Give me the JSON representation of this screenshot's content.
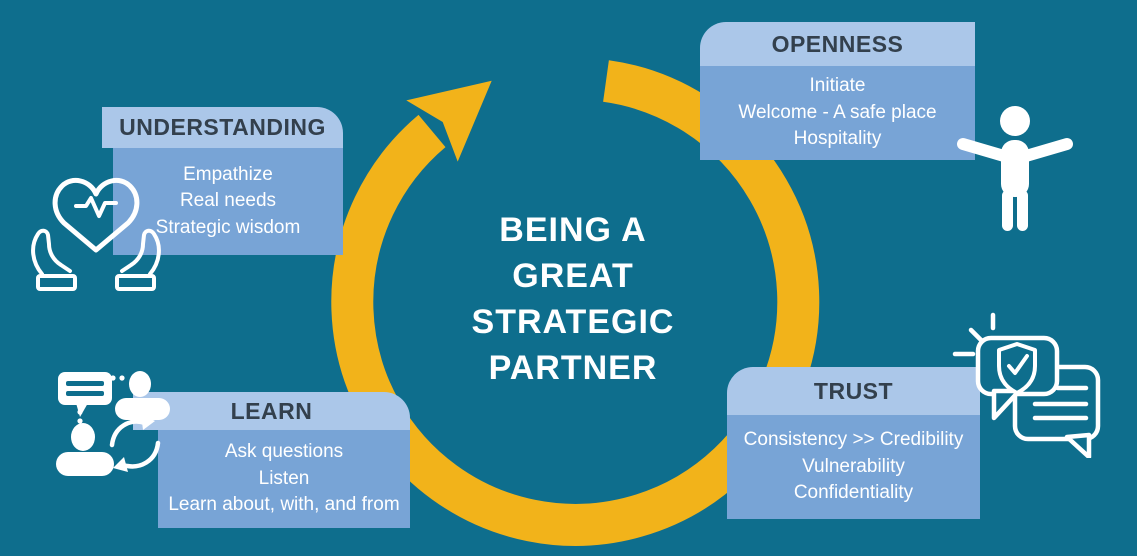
{
  "title": {
    "lines": [
      "BEING A",
      "GREAT",
      "STRATEGIC",
      "PARTNER"
    ]
  },
  "cards": {
    "understanding": {
      "label": "UNDERSTANDING",
      "items": [
        "Empathize",
        "Real needs",
        "Strategic wisdom"
      ],
      "icon": "hands-holding-heart"
    },
    "openness": {
      "label": "OPENNESS",
      "items": [
        "Initiate",
        "Welcome -  A safe place",
        "Hospitality"
      ],
      "icon": "open-arms-person"
    },
    "learn": {
      "label": "LEARN",
      "items": [
        "Ask questions",
        "Listen",
        "Learn about, with, and from"
      ],
      "icon": "conversation-exchange"
    },
    "trust": {
      "label": "TRUST",
      "items": [
        "Consistency >> Credibility",
        "Vulnerability",
        "Confidentiality"
      ],
      "icon": "chat-shield-check"
    }
  },
  "colors": {
    "background": "#0e6e8d",
    "arrow": "#f2b31a",
    "card_header_bg": "#abc7e9",
    "card_body_bg": "#78a4d6",
    "header_text": "#33404d",
    "body_text": "#ffffff",
    "icon": "#ffffff"
  }
}
